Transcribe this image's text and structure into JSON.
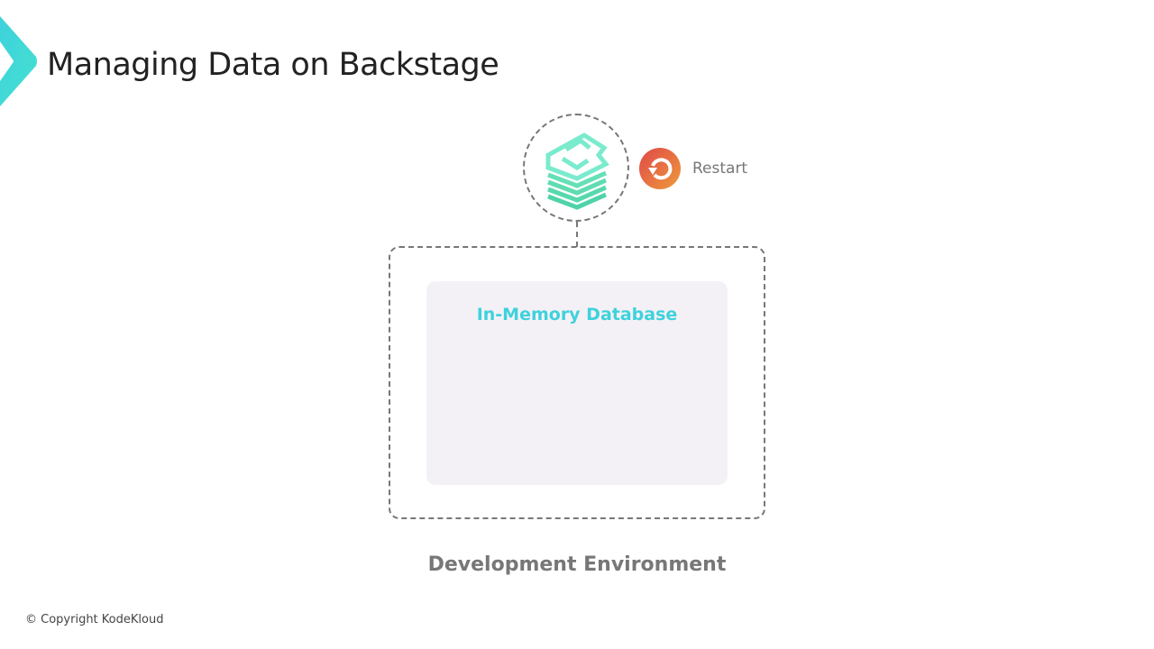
{
  "slide": {
    "title": "Managing Data on Backstage",
    "restart_label": "Restart",
    "database_label": "In-Memory Database",
    "environment_label": "Development Environment",
    "copyright": "© Copyright KodeKloud"
  },
  "icons": {
    "logo": "kodekloud-chevron-icon",
    "backstage": "backstage-logo-icon",
    "restart": "restart-icon"
  },
  "colors": {
    "accent_cyan": "#3ed2dc",
    "backstage_green": "#5fdcb0",
    "restart_orange": "#e8703f"
  }
}
